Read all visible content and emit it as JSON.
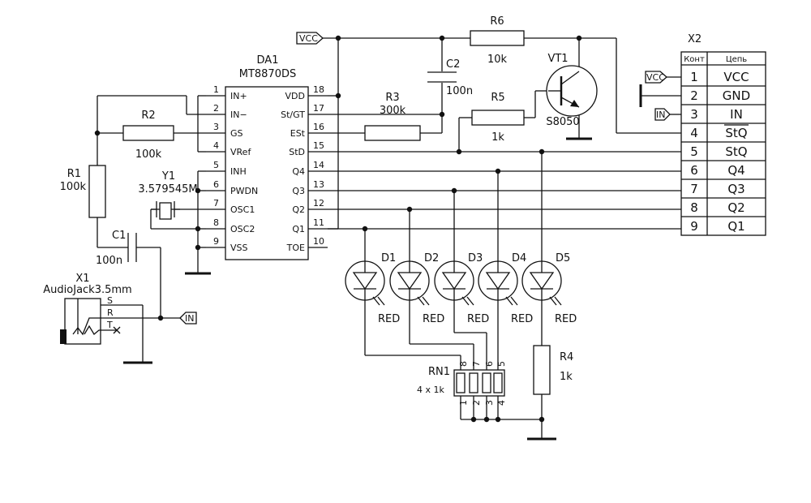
{
  "ic": {
    "ref": "DA1",
    "part": "MT8870DS",
    "left_pins": [
      {
        "num": "1",
        "name": "IN+"
      },
      {
        "num": "2",
        "name": "IN−"
      },
      {
        "num": "3",
        "name": "GS"
      },
      {
        "num": "4",
        "name": "VRef"
      },
      {
        "num": "5",
        "name": "INH"
      },
      {
        "num": "6",
        "name": "PWDN"
      },
      {
        "num": "7",
        "name": "OSC1"
      },
      {
        "num": "8",
        "name": "OSC2"
      },
      {
        "num": "9",
        "name": "VSS"
      }
    ],
    "right_pins": [
      {
        "num": "18",
        "name": "VDD"
      },
      {
        "num": "17",
        "name": "St/GT"
      },
      {
        "num": "16",
        "name": "ESt"
      },
      {
        "num": "15",
        "name": "StD"
      },
      {
        "num": "14",
        "name": "Q4"
      },
      {
        "num": "13",
        "name": "Q3"
      },
      {
        "num": "12",
        "name": "Q2"
      },
      {
        "num": "11",
        "name": "Q1"
      },
      {
        "num": "10",
        "name": "TOE"
      }
    ]
  },
  "components": {
    "r1": {
      "ref": "R1",
      "value": "100k"
    },
    "r2": {
      "ref": "R2",
      "value": "100k"
    },
    "r3": {
      "ref": "R3",
      "value": "300k"
    },
    "r4": {
      "ref": "R4",
      "value": "1k"
    },
    "r5": {
      "ref": "R5",
      "value": "1k"
    },
    "r6": {
      "ref": "R6",
      "value": "10k"
    },
    "c1": {
      "ref": "C1",
      "value": "100n"
    },
    "c2": {
      "ref": "C2",
      "value": "100n"
    },
    "y1": {
      "ref": "Y1",
      "value": "3.579545M"
    },
    "vt1": {
      "ref": "VT1",
      "value": "S8050"
    },
    "x1": {
      "ref": "X1",
      "value": "AudioJack3.5mm",
      "pins": [
        "S",
        "R",
        "T"
      ]
    },
    "rn1": {
      "ref": "RN1",
      "value": "4 x 1k",
      "top_pins": [
        "8",
        "7",
        "6",
        "5"
      ],
      "bottom_pins": [
        "1",
        "2",
        "3",
        "4"
      ]
    },
    "leds": [
      {
        "ref": "D1",
        "color": "RED"
      },
      {
        "ref": "D2",
        "color": "RED"
      },
      {
        "ref": "D3",
        "color": "RED"
      },
      {
        "ref": "D4",
        "color": "RED"
      },
      {
        "ref": "D5",
        "color": "RED"
      }
    ]
  },
  "net_labels": {
    "vcc": "VCC",
    "in": "IN"
  },
  "connector": {
    "ref": "X2",
    "header_pin": "Конт",
    "header_net": "Цепь",
    "rows": [
      {
        "pin": "1",
        "net": "VCC"
      },
      {
        "pin": "2",
        "net": "GND"
      },
      {
        "pin": "3",
        "net": "IN"
      },
      {
        "pin": "4",
        "net": "StQ"
      },
      {
        "pin": "5",
        "net": "StQ"
      },
      {
        "pin": "6",
        "net": "Q4"
      },
      {
        "pin": "7",
        "net": "Q3"
      },
      {
        "pin": "8",
        "net": "Q2"
      },
      {
        "pin": "9",
        "net": "Q1"
      }
    ]
  }
}
